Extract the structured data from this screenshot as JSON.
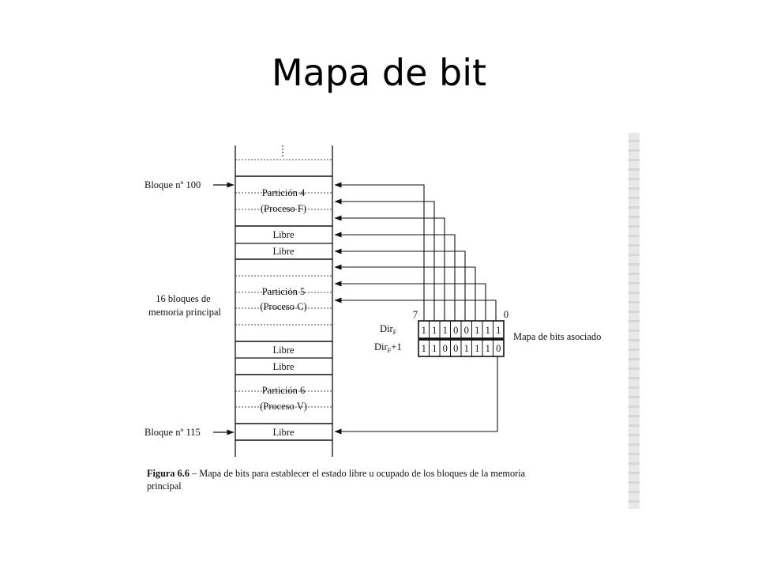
{
  "title": "Mapa de bit",
  "memory": {
    "label_block_start": "Bloque nº 100",
    "label_block_end": "Bloque nº 115",
    "label_blocks_line1": "16 bloques de",
    "label_blocks_line2": "memoria principal",
    "partition4_name": "Partición 4",
    "partition4_process": "(Proceso F)",
    "free1": "Libre",
    "free2": "Libre",
    "partition5_name": "Partición 5",
    "partition5_process": "(Proceso C)",
    "free3": "Libre",
    "free4": "Libre",
    "partition6_name": "Partición 6",
    "partition6_process": "(Proceso V)",
    "free5": "Libre"
  },
  "bitmap": {
    "msb_label": "7",
    "lsb_label": "0",
    "row1_label": "Dir",
    "row1_sub": "F",
    "row2_label": "Dir",
    "row2_sub": "F",
    "row2_suffix": "+1",
    "row1_bits": [
      "1",
      "1",
      "1",
      "0",
      "0",
      "1",
      "1",
      "1"
    ],
    "row2_bits": [
      "1",
      "1",
      "0",
      "0",
      "1",
      "1",
      "1",
      "0"
    ],
    "associated_label": "Mapa de bits asociado"
  },
  "caption": {
    "figure_number": "Figura 6.6",
    "text_line1": " – Mapa de bits para establecer el estado libre u ocupado de los bloques de la memoria",
    "text_line2": "principal"
  },
  "colors": {
    "ink": "#111111",
    "background": "#ffffff"
  }
}
